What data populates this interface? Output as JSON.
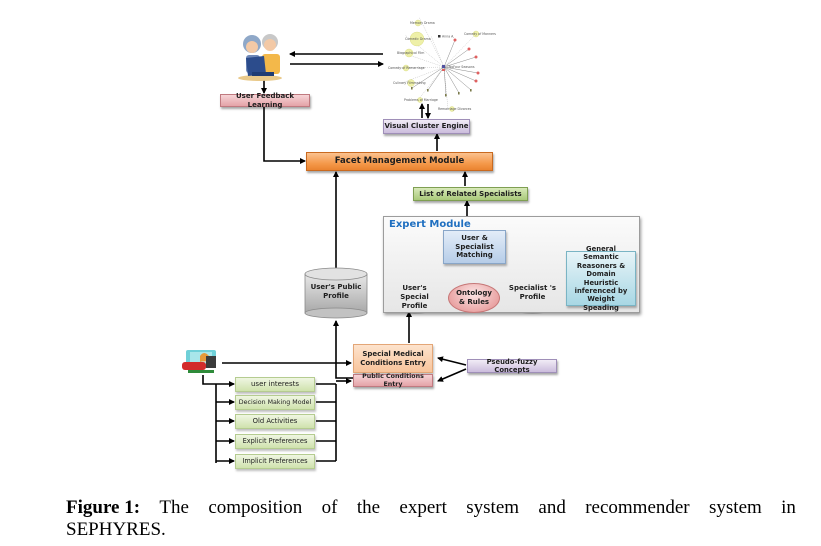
{
  "figure": {
    "label": "Figure 1:",
    "caption_words": [
      "The",
      "composition",
      "of",
      "the",
      "expert",
      "system",
      "and",
      "recommender",
      "system",
      "in"
    ],
    "caption_line2": "SEPHYRES."
  },
  "top": {
    "users_icon": "elderly-couple-with-laptop-icon",
    "user_feedback_learning": "User Feedback Learning",
    "visual_cluster_engine": "Visual Cluster Engine",
    "facet_management_module": "Facet Management Module",
    "list_of_related_specialists": "List of Related Specialists"
  },
  "cluster_graph": {
    "center_label": "TNoFour Seasons",
    "secondary_label": "Anna A.",
    "clusters": [
      "Memory Drama",
      "Comedic Drama",
      "Comedy of Manners",
      "Biographical Film",
      "Comedy of Remarriage",
      "Culinary Filmmaking",
      "Problems of Marriage",
      "Remarriage Divorces"
    ]
  },
  "expert_module": {
    "title": "Expert Module",
    "matching": "User & Specialist Matching",
    "users_special_profile": "User's Special Profile",
    "ontology_rules": "Ontology & Rules",
    "specialists_profile": "Specialist 's Profile",
    "reasoners": "General Semantic Reasoners & Domain Heuristic inferenced by Weight Speading"
  },
  "users_public_profile": "User's Public Profile",
  "bottom": {
    "user_icon": "woman-at-computer-icon",
    "special_medical_conditions_entry": "Special Medical Conditions Entry",
    "public_conditions_entry": "Public Conditions Entry",
    "pseudo_fuzzy_concepts": "Pseudo-fuzzy Concepts",
    "user_attributes": [
      "user interests",
      "Decision Making Model",
      "Old Activities",
      "Explicit Preferences",
      "Implicit Preferences"
    ]
  }
}
